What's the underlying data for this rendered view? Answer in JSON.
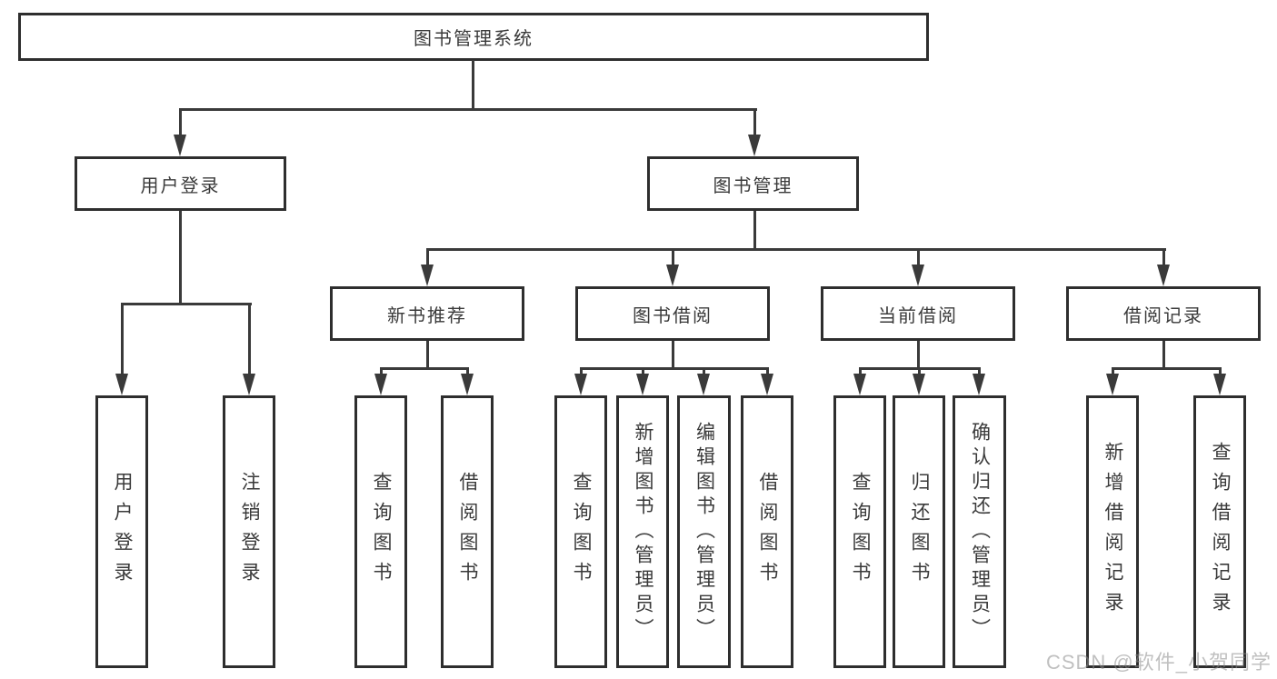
{
  "tree": {
    "label": "图书管理系统",
    "children": [
      {
        "label": "用户登录",
        "children": [
          {
            "label": "用户登录"
          },
          {
            "label": "注销登录"
          }
        ]
      },
      {
        "label": "图书管理",
        "children": [
          {
            "label": "新书推荐",
            "children": [
              {
                "label": "查询图书"
              },
              {
                "label": "借阅图书"
              }
            ]
          },
          {
            "label": "图书借阅",
            "children": [
              {
                "label": "查询图书"
              },
              {
                "label": "新增图书（管理员）"
              },
              {
                "label": "编辑图书（管理员）"
              },
              {
                "label": "借阅图书"
              }
            ]
          },
          {
            "label": "当前借阅",
            "children": [
              {
                "label": "查询图书"
              },
              {
                "label": "归还图书"
              },
              {
                "label": "确认归还（管理员）"
              }
            ]
          },
          {
            "label": "借阅记录",
            "children": [
              {
                "label": "新增借阅记录"
              },
              {
                "label": "查询借阅记录"
              }
            ]
          }
        ]
      }
    ]
  },
  "watermark": "CSDN @软件_小贺同学",
  "colors": {
    "line": "#3a3a3a",
    "box_border": "#2e2e2e",
    "text": "#3a3a3a",
    "background": "#ffffff",
    "watermark": "#b9b9b9"
  }
}
